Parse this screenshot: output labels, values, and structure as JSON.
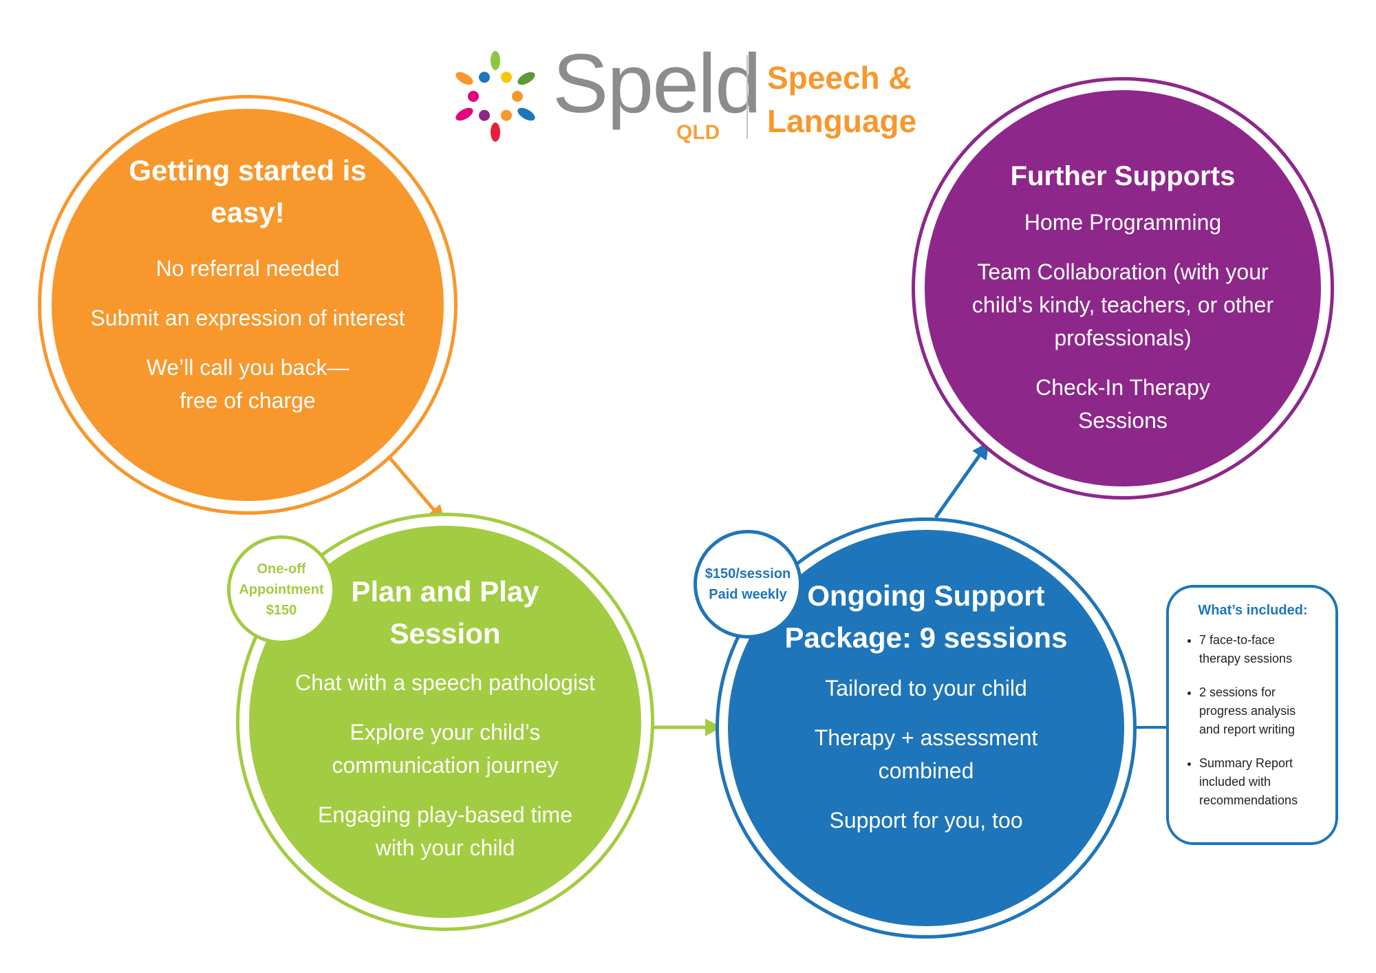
{
  "logo": {
    "name": "Speld",
    "region": "QLD",
    "tagline": [
      "Speech &",
      "Language"
    ],
    "dot_colors": [
      "#8dc63f",
      "#f6c800",
      "#5a9a3a",
      "#f7972c",
      "#1e75ba",
      "#f7972c",
      "#e8203a",
      "#8d278a",
      "#e6007e",
      "#e6007e",
      "#f7972c",
      "#1e75ba"
    ]
  },
  "getting_started": {
    "title": "Getting started is easy!",
    "items": [
      [
        "No referral needed"
      ],
      [
        "Submit an expression of interest"
      ],
      [
        "We’ll call you back—",
        "free of charge"
      ]
    ]
  },
  "plan_play": {
    "title": "Plan and Play Session",
    "badge": [
      "One-off",
      "Appointment",
      "$150"
    ],
    "items": [
      [
        "Chat with a speech pathologist"
      ],
      [
        "Explore your child’s",
        "communication journey"
      ],
      [
        "Engaging play-based time",
        "with your child"
      ]
    ]
  },
  "ongoing": {
    "title": "Ongoing Support Package: 9 sessions",
    "badge": [
      "$150/session",
      "Paid weekly"
    ],
    "items": [
      [
        "Tailored to your child"
      ],
      [
        "Therapy + assessment",
        "combined"
      ],
      [
        "Support for you, too"
      ]
    ]
  },
  "further": {
    "title": "Further Supports",
    "items": [
      [
        "Home Programming"
      ],
      [
        "Team Collaboration (with your",
        "child’s kindy, teachers, or other",
        "professionals)"
      ],
      [
        "Check-In Therapy",
        "Sessions"
      ]
    ]
  },
  "included": {
    "title": "What’s included:",
    "items": [
      [
        "7 face-to-face",
        "therapy sessions"
      ],
      [
        "2 sessions for",
        "progress analysis",
        "and report writing"
      ],
      [
        "Summary Report",
        "included with",
        "recommendations"
      ]
    ]
  },
  "colors": {
    "orange": "#f7972c",
    "green": "#a2cc41",
    "blue": "#1e75ba",
    "purple": "#8d278a",
    "grey": "#8c8c8c"
  }
}
